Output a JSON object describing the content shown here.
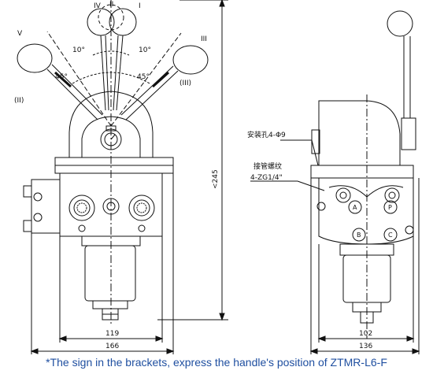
{
  "front_view": {
    "positions": {
      "p1": "I",
      "p2": "II",
      "p3": "III",
      "p4": "IV",
      "p5": "V"
    },
    "bracket_left": "(II)",
    "bracket_right": "(III)",
    "angle_10_left": "10°",
    "angle_10_right": "10°",
    "angle_45_left": "45°",
    "angle_45_right": "45°",
    "dim_height": "<245",
    "dim_inner_width": "119",
    "dim_outer_width": "166"
  },
  "side_view": {
    "label_mount": "安装孔4-Φ9",
    "label_thread_title": "接管螺纹",
    "label_thread_value": "4-ZG1/4\"",
    "port_a": "A",
    "port_p": "P",
    "port_b": "B",
    "port_c": "C",
    "dim_inner_width": "102",
    "dim_outer_width": "136"
  },
  "caption": "*The sign in the brackets, express the handle's position of ZTMR-L6-F",
  "colors": {
    "line": "#111111",
    "caption": "#1f4fa0"
  }
}
